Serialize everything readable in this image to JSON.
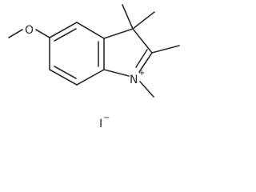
{
  "molecule": {
    "atoms": {
      "oxygen": "O",
      "nitrogen": "N",
      "nitrogen_charge": "+",
      "counterion": "I",
      "counterion_charge": "−"
    }
  }
}
